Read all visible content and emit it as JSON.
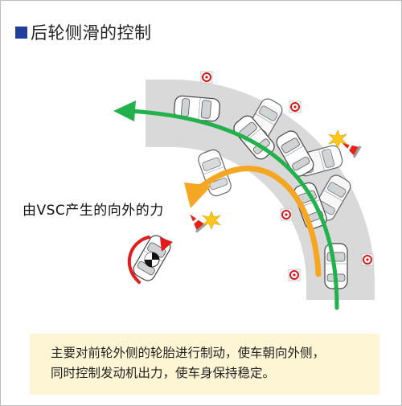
{
  "title": "后轮侧滑的控制",
  "force_label": "由VSC产生的向外的力",
  "caption_lines": [
    "主要对前轮外侧的轮胎进行制动，使车朝向外侧，",
    "同时控制发动机出力，使车身保持稳定。"
  ],
  "colors": {
    "title_square": "#1f3f9a",
    "road": "#d9d9d9",
    "green_path": "#22b14c",
    "orange_force": "#f5a623",
    "caption_bg": "#fdf5d4",
    "sign_red": "#d11a1a",
    "rotation_arrow": "#e21b1b"
  },
  "icons": [
    "warning-sign-icon",
    "traffic-cone-icon",
    "spark-icon",
    "rotation-arrow-icon"
  ]
}
